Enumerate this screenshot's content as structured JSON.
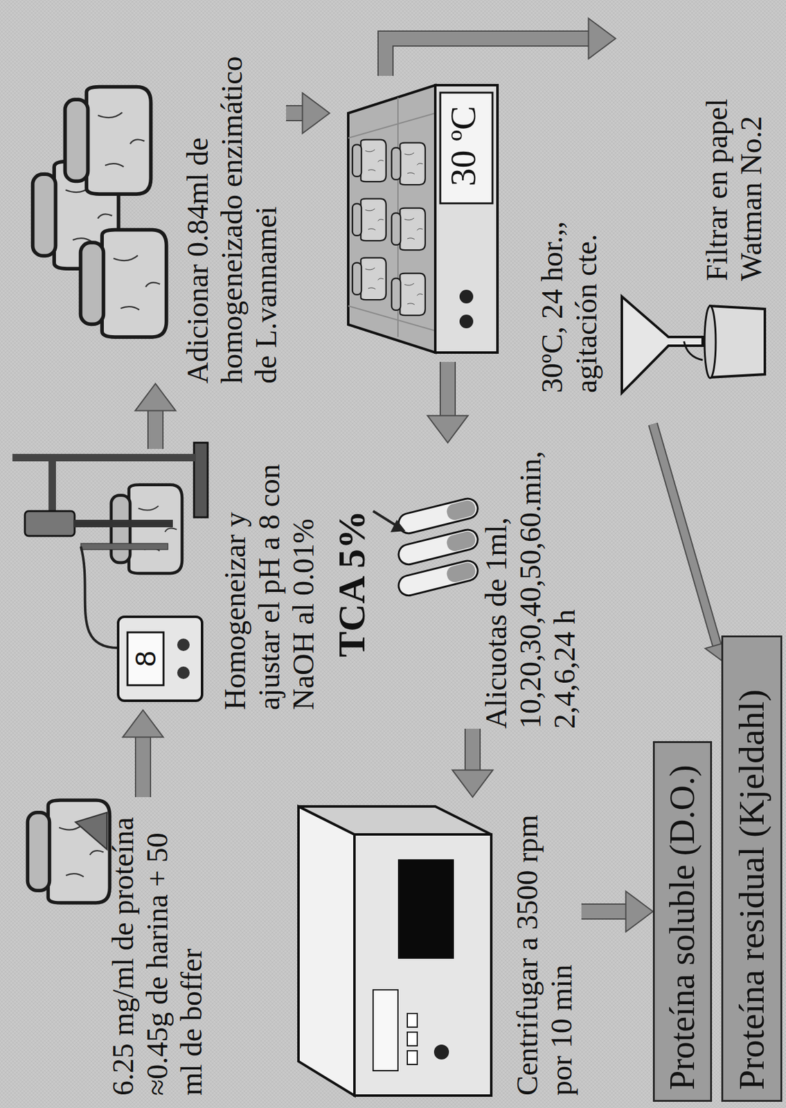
{
  "diagram": {
    "nodes": [
      {
        "text": [
          "6.25 mg/ml de proteína ≈0.45g de harina + 50 ml de boffer"
        ]
      },
      {
        "text": [
          "Homogeneizar y ajustar el pH a 8 con NaOH al 0.01%"
        ]
      },
      {
        "text": [
          "Adicionar 0.84ml de homogeneizado enzimático de L.vannamei"
        ]
      },
      {
        "text": [
          "30 ºC"
        ]
      },
      {
        "text": [
          "Filtrar en papel Watman No.2"
        ]
      },
      {
        "text": [
          "Alicuotas de 1ml, 10,20,30,40,50,60.min, 2,4,6,24 h"
        ]
      },
      {
        "text": [
          "Centrifugar a 3500 rpm por 10 min"
        ]
      },
      {
        "text": [
          "Proteína soluble (D.O.)"
        ]
      },
      {
        "text": [
          "Proteína residual (Kjeldahl)"
        ]
      }
    ],
    "edges": [
      {
        "from": 0,
        "to": 1,
        "arrow": "to"
      },
      {
        "from": 1,
        "to": 2,
        "arrow": "to"
      },
      {
        "from": 2,
        "to": 3,
        "arrow": "to"
      },
      {
        "from": 3,
        "to": 4,
        "arrow": "to"
      },
      {
        "from": 3,
        "to": 5,
        "arrow": "to"
      },
      {
        "from": 5,
        "to": 6,
        "arrow": "to"
      },
      {
        "from": 6,
        "to": 7,
        "arrow": "to"
      },
      {
        "from": 4,
        "to": 8,
        "arrow": "to"
      }
    ],
    "labels": [
      "TCA 5%",
      "30ºC, 24 hor.,, agitación cte.",
      "8"
    ]
  }
}
